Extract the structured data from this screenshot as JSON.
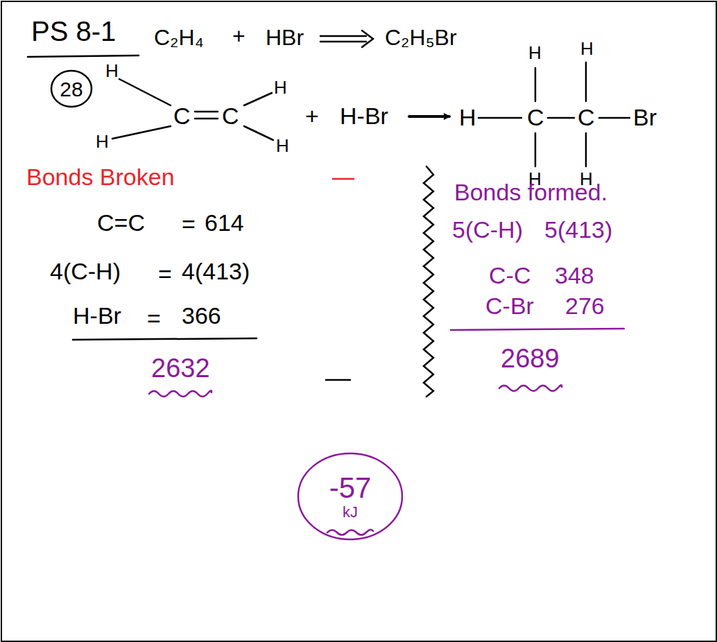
{
  "diagram": {
    "nodes": [
      {
        "text": [
          "28"
        ]
      },
      {
        "text": [
          "-57",
          "kJ"
        ]
      }
    ],
    "labels": [
      "PS 8-1",
      "C₂H₄",
      "+",
      "HBr",
      "C₂H₅Br",
      "H",
      "C",
      "C",
      "H",
      "H",
      "H",
      "+",
      "H-Br",
      "H",
      "C",
      "C",
      "Br",
      "H",
      "H",
      "H",
      "H",
      "Bonds Broken",
      "Bonds formed.",
      "C=C",
      "=",
      "614",
      "4(C-H)",
      "=",
      "4(413)",
      "H-Br",
      "=",
      "366",
      "2632",
      "5(C-H)",
      "5(413)",
      "C-C",
      "348",
      "C-Br",
      "276",
      "2689"
    ]
  }
}
